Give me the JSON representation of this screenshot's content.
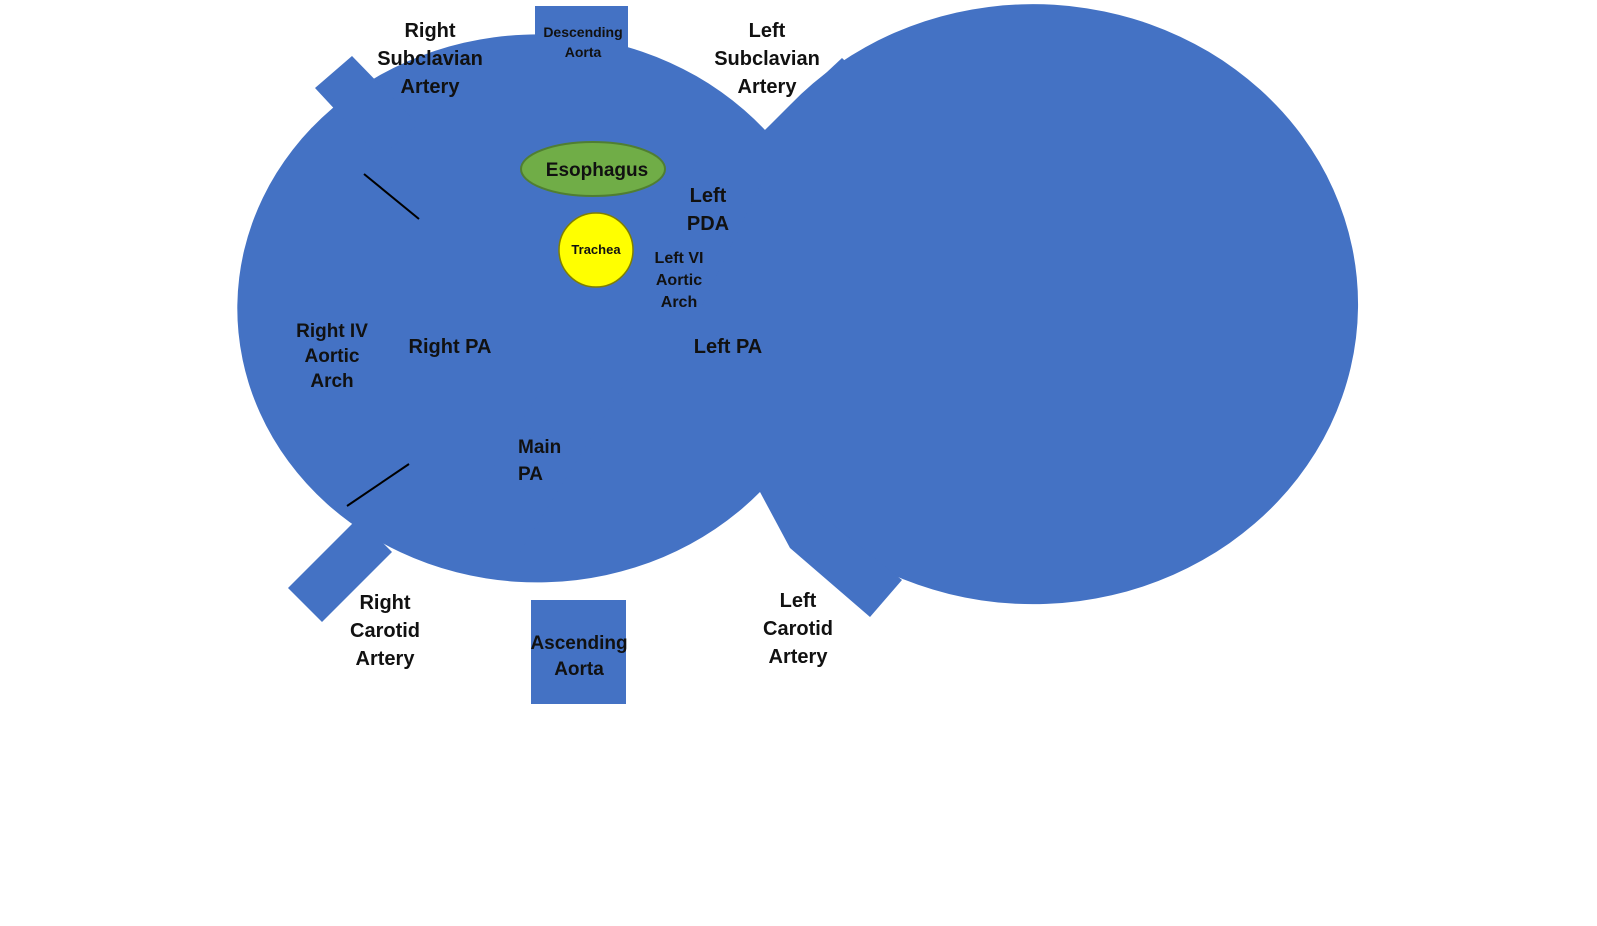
{
  "colors": {
    "vessel": "#4472C4",
    "esophagus_fill": "#70AD47",
    "esophagus_stroke": "#507E32",
    "trachea_fill": "#FFFF00",
    "trachea_stroke": "#7F7F00",
    "divider": "#000000",
    "background": "#FFFFFF"
  },
  "labels": {
    "descending_aorta": [
      "Descending",
      "Aorta"
    ],
    "right_subclavian": [
      "Right",
      "Subclavian",
      "Artery"
    ],
    "left_subclavian": [
      "Left",
      "Subclavian",
      "Artery"
    ],
    "esophagus": "Esophagus",
    "trachea": "Trachea",
    "left_pda": [
      "Left",
      "PDA"
    ],
    "left_vi_arch": [
      "Left VI",
      "Aortic",
      "Arch"
    ],
    "right_iv_arch": [
      "Right IV",
      "Aortic",
      "Arch"
    ],
    "right_pa": "Right PA",
    "left_pa": "Left PA",
    "main_pa": [
      "Main",
      "PA"
    ],
    "right_carotid": [
      "Right",
      "Carotid",
      "Artery"
    ],
    "ascending_aorta": [
      "Ascending",
      "Aorta"
    ],
    "left_carotid": [
      "Left",
      "Carotid",
      "Artery"
    ]
  }
}
